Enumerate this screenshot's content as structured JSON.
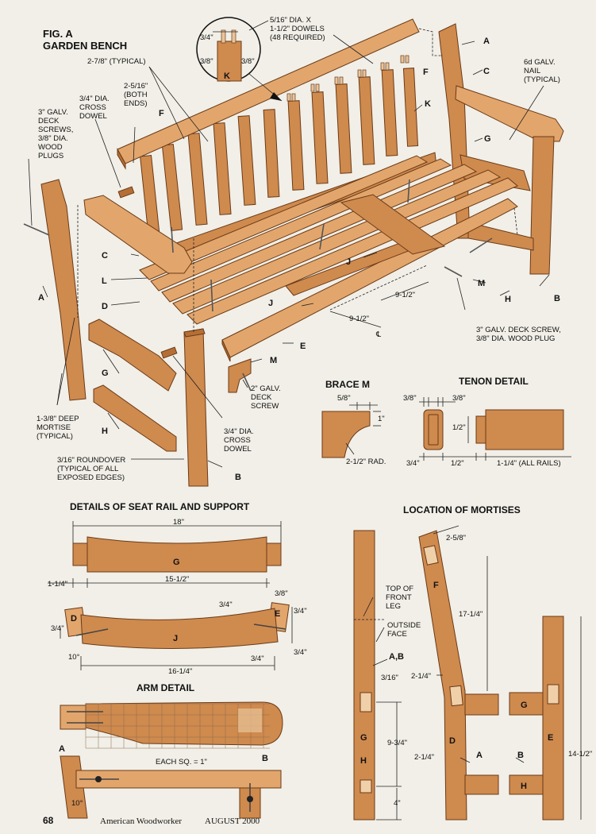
{
  "figure": {
    "label": "FIG. A",
    "title": "GARDEN BENCH"
  },
  "callouts": {
    "dowels_note_1": "5/16\" DIA. X",
    "dowels_note_2": "1-1/2\" DOWELS",
    "dowels_note_3": "(48 REQUIRED)",
    "k_dim_top": "3/4\"",
    "k_dim_left": "3/8\"",
    "k_dim_right": "3/8\"",
    "typical_278": "2-7/8\" (TYPICAL)",
    "both_ends_1": "2-5/16\"",
    "both_ends_2": "(BOTH",
    "both_ends_3": "ENDS)",
    "cross_dowel_1": "3/4\" DIA.",
    "cross_dowel_2": "CROSS",
    "cross_dowel_3": "DOWEL",
    "deck_screws_1": "3\" GALV.",
    "deck_screws_2": "DECK",
    "deck_screws_3": "SCREWS,",
    "deck_screws_4": "3/8\" DIA.",
    "deck_screws_5": "WOOD",
    "deck_screws_6": "PLUGS",
    "galv_nail_1": "6d GALV.",
    "galv_nail_2": "NAIL",
    "galv_nail_3": "(TYPICAL)",
    "deck_screw_plug_1": "3\" GALV. DECK SCREW,",
    "deck_screw_plug_2": "3/8\" DIA. WOOD PLUG",
    "dim_912_a": "9-1/2\"",
    "dim_912_b": "9-1/2\"",
    "centerline": "℄",
    "deck_screw2_1": "2\" GALV.",
    "deck_screw2_2": "DECK",
    "deck_screw2_3": "SCREW",
    "mortise_1": "1-3/8\" DEEP",
    "mortise_2": "MORTISE",
    "mortise_3": "(TYPICAL)",
    "cross_dowel2_1": "3/4\" DIA.",
    "cross_dowel2_2": "CROSS",
    "cross_dowel2_3": "DOWEL",
    "roundover_1": "3/16\" ROUNDOVER",
    "roundover_2": "(TYPICAL OF ALL",
    "roundover_3": "EXPOSED EDGES)"
  },
  "parts": {
    "A1": "A",
    "A2": "A",
    "B1": "B",
    "B2": "B",
    "C1": "C",
    "C2": "C",
    "D": "D",
    "E": "E",
    "F1": "F",
    "F2": "F",
    "G1": "G",
    "G2": "G",
    "H1": "H",
    "H2": "H",
    "J1": "J",
    "J2": "J",
    "K1": "K",
    "K2": "K",
    "L": "L",
    "M1": "M",
    "M2": "M"
  },
  "brace": {
    "title": "BRACE M",
    "d1": "5/8\"",
    "d2": "1\"",
    "rad": "2-1/2\" RAD."
  },
  "tenon": {
    "title": "TENON DETAIL",
    "d1": "3/8\"",
    "d2": "3/8\"",
    "d3": "1/2\"",
    "d4": "3/4\"",
    "d5": "1/2\"",
    "d6": "1-1/4\" (ALL RAILS)"
  },
  "seat": {
    "title": "DETAILS OF SEAT RAIL AND SUPPORT",
    "d18": "18\"",
    "d1514": "1-1/4\"",
    "d1512": "15-1/2\"",
    "d38": "3/8\"",
    "d34a": "3/4\"",
    "d34b": "3/4\"",
    "d34c": "3/4\"",
    "d34d": "3/4\"",
    "d34e": "3/4\"",
    "d10": "10°",
    "d1614": "16-1/4\"",
    "G": "G",
    "J": "J",
    "D": "D",
    "E": "E"
  },
  "arm": {
    "title": "ARM DETAIL",
    "each_sq": "EACH SQ. = 1\"",
    "A": "A",
    "B": "B",
    "d10": "10°"
  },
  "mortises": {
    "title": "LOCATION OF MORTISES",
    "d258": "2-5/8\"",
    "top_front_1": "TOP OF",
    "top_front_2": "FRONT",
    "top_front_3": "LEG",
    "outside_1": "OUTSIDE",
    "outside_2": "FACE",
    "d1714": "17-1/4\"",
    "ab": "A,B",
    "d316": "3/16\"",
    "d214a": "2-1/4\"",
    "d934": "9-3/4\"",
    "d214b": "2-1/4\"",
    "d4": "4\"",
    "d1412": "14-1/2\"",
    "F": "F",
    "G1": "G",
    "G2": "G",
    "H1": "H",
    "H2": "H",
    "D": "D",
    "A": "A",
    "B": "B",
    "E": "E"
  },
  "footer": {
    "page_number": "68",
    "magazine": "American Woodworker",
    "issue": "AUGUST 2000"
  }
}
